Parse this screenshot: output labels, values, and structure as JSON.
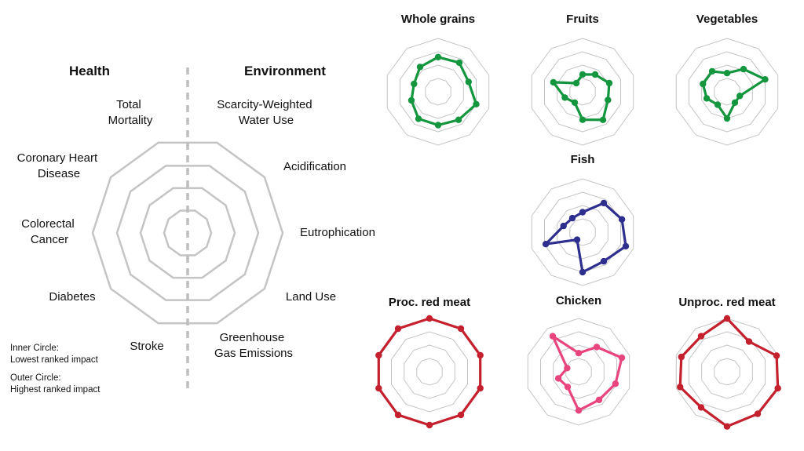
{
  "key": {
    "health_header": "Health",
    "environment_header": "Environment",
    "health_axes": [
      [
        "Total",
        "Mortality"
      ],
      [
        "Coronary Heart",
        "Disease"
      ],
      [
        "Colorectal",
        "Cancer"
      ],
      [
        "Diabetes"
      ],
      [
        "Stroke"
      ]
    ],
    "environment_axes": [
      [
        "Scarcity-Weighted",
        "Water Use"
      ],
      [
        "Acidification"
      ],
      [
        "Eutrophication"
      ],
      [
        "Land Use"
      ],
      [
        "Greenhouse",
        "Gas Emissions"
      ]
    ],
    "legend": {
      "inner_line1": "Inner Circle:",
      "inner_line2": "Lowest ranked impact",
      "outer_line1": "Outer Circle:",
      "outer_line2": "Highest ranked impact"
    }
  },
  "colors": {
    "grid": "#c4c4c4",
    "divider": "#bdbdbd",
    "green": "#14963f",
    "blue": "#2e2e8f",
    "red": "#c4202e",
    "pink": "#e8457f"
  },
  "chart_data": [
    {
      "type": "radar",
      "title": "Whole grains",
      "color": "green",
      "scale": [
        0,
        4
      ],
      "axes": [
        "Total Mortality",
        "Scarcity-Weighted Water Use",
        "Acidification",
        "Eutrophication",
        "Land Use",
        "Greenhouse Gas Emissions",
        "Stroke",
        "Diabetes",
        "Colorectal Cancer",
        "Coronary Heart Disease"
      ],
      "values": [
        2.6,
        2.7,
        2.4,
        3.0,
        2.6,
        2.5,
        2.5,
        2.1,
        1.9,
        2.3
      ]
    },
    {
      "type": "radar",
      "title": "Fruits",
      "color": "green",
      "scale": [
        0,
        4
      ],
      "axes": [
        "Total Mortality",
        "Scarcity-Weighted Water Use",
        "Acidification",
        "Eutrophication",
        "Land Use",
        "Greenhouse Gas Emissions",
        "Stroke",
        "Diabetes",
        "Colorectal Cancer",
        "Coronary Heart Disease"
      ],
      "values": [
        1.3,
        1.6,
        2.1,
        2.0,
        2.6,
        2.1,
        1.0,
        1.4,
        2.3,
        0.8
      ]
    },
    {
      "type": "radar",
      "title": "Vegetables",
      "color": "green",
      "scale": [
        0,
        4
      ],
      "axes": [
        "Total Mortality",
        "Scarcity-Weighted Water Use",
        "Acidification",
        "Eutrophication",
        "Land Use",
        "Greenhouse Gas Emissions",
        "Stroke",
        "Diabetes",
        "Colorectal Cancer",
        "Coronary Heart Disease"
      ],
      "values": [
        1.4,
        2.1,
        3.0,
        1.0,
        1.0,
        2.0,
        1.2,
        1.6,
        1.9,
        1.9
      ]
    },
    {
      "type": "radar",
      "title": "Fish",
      "color": "blue",
      "scale": [
        0,
        4
      ],
      "axes": [
        "Total Mortality",
        "Scarcity-Weighted Water Use",
        "Acidification",
        "Eutrophication",
        "Land Use",
        "Greenhouse Gas Emissions",
        "Stroke",
        "Diabetes",
        "Colorectal Cancer",
        "Coronary Heart Disease"
      ],
      "values": [
        1.5,
        2.7,
        3.1,
        3.4,
        2.7,
        3.0,
        0.7,
        2.9,
        1.5,
        1.3
      ]
    },
    {
      "type": "radar",
      "title": "Proc. red meat",
      "color": "red",
      "scale": [
        0,
        4
      ],
      "axes": [
        "Total Mortality",
        "Scarcity-Weighted Water Use",
        "Acidification",
        "Eutrophication",
        "Land Use",
        "Greenhouse Gas Emissions",
        "Stroke",
        "Diabetes",
        "Colorectal Cancer",
        "Coronary Heart Disease"
      ],
      "values": [
        4,
        4,
        4,
        4,
        4,
        4,
        4,
        4,
        4,
        4
      ]
    },
    {
      "type": "radar",
      "title": "Chicken",
      "color": "pink",
      "scale": [
        0,
        4
      ],
      "axes": [
        "Total Mortality",
        "Scarcity-Weighted Water Use",
        "Acidification",
        "Eutrophication",
        "Land Use",
        "Greenhouse Gas Emissions",
        "Stroke",
        "Diabetes",
        "Colorectal Cancer",
        "Coronary Heart Disease"
      ],
      "values": [
        1.4,
        2.3,
        3.4,
        2.9,
        2.6,
        2.9,
        1.4,
        1.6,
        0.9,
        3.3
      ]
    },
    {
      "type": "radar",
      "title": "Unproc. red meat",
      "color": "red",
      "scale": [
        0,
        4
      ],
      "axes": [
        "Total Mortality",
        "Scarcity-Weighted Water Use",
        "Acidification",
        "Eutrophication",
        "Land Use",
        "Greenhouse Gas Emissions",
        "Stroke",
        "Diabetes",
        "Colorectal Cancer",
        "Coronary Heart Disease"
      ],
      "values": [
        4,
        2.8,
        3.9,
        4,
        3.9,
        4.1,
        3.3,
        3.7,
        3.6,
        3.3
      ]
    }
  ]
}
